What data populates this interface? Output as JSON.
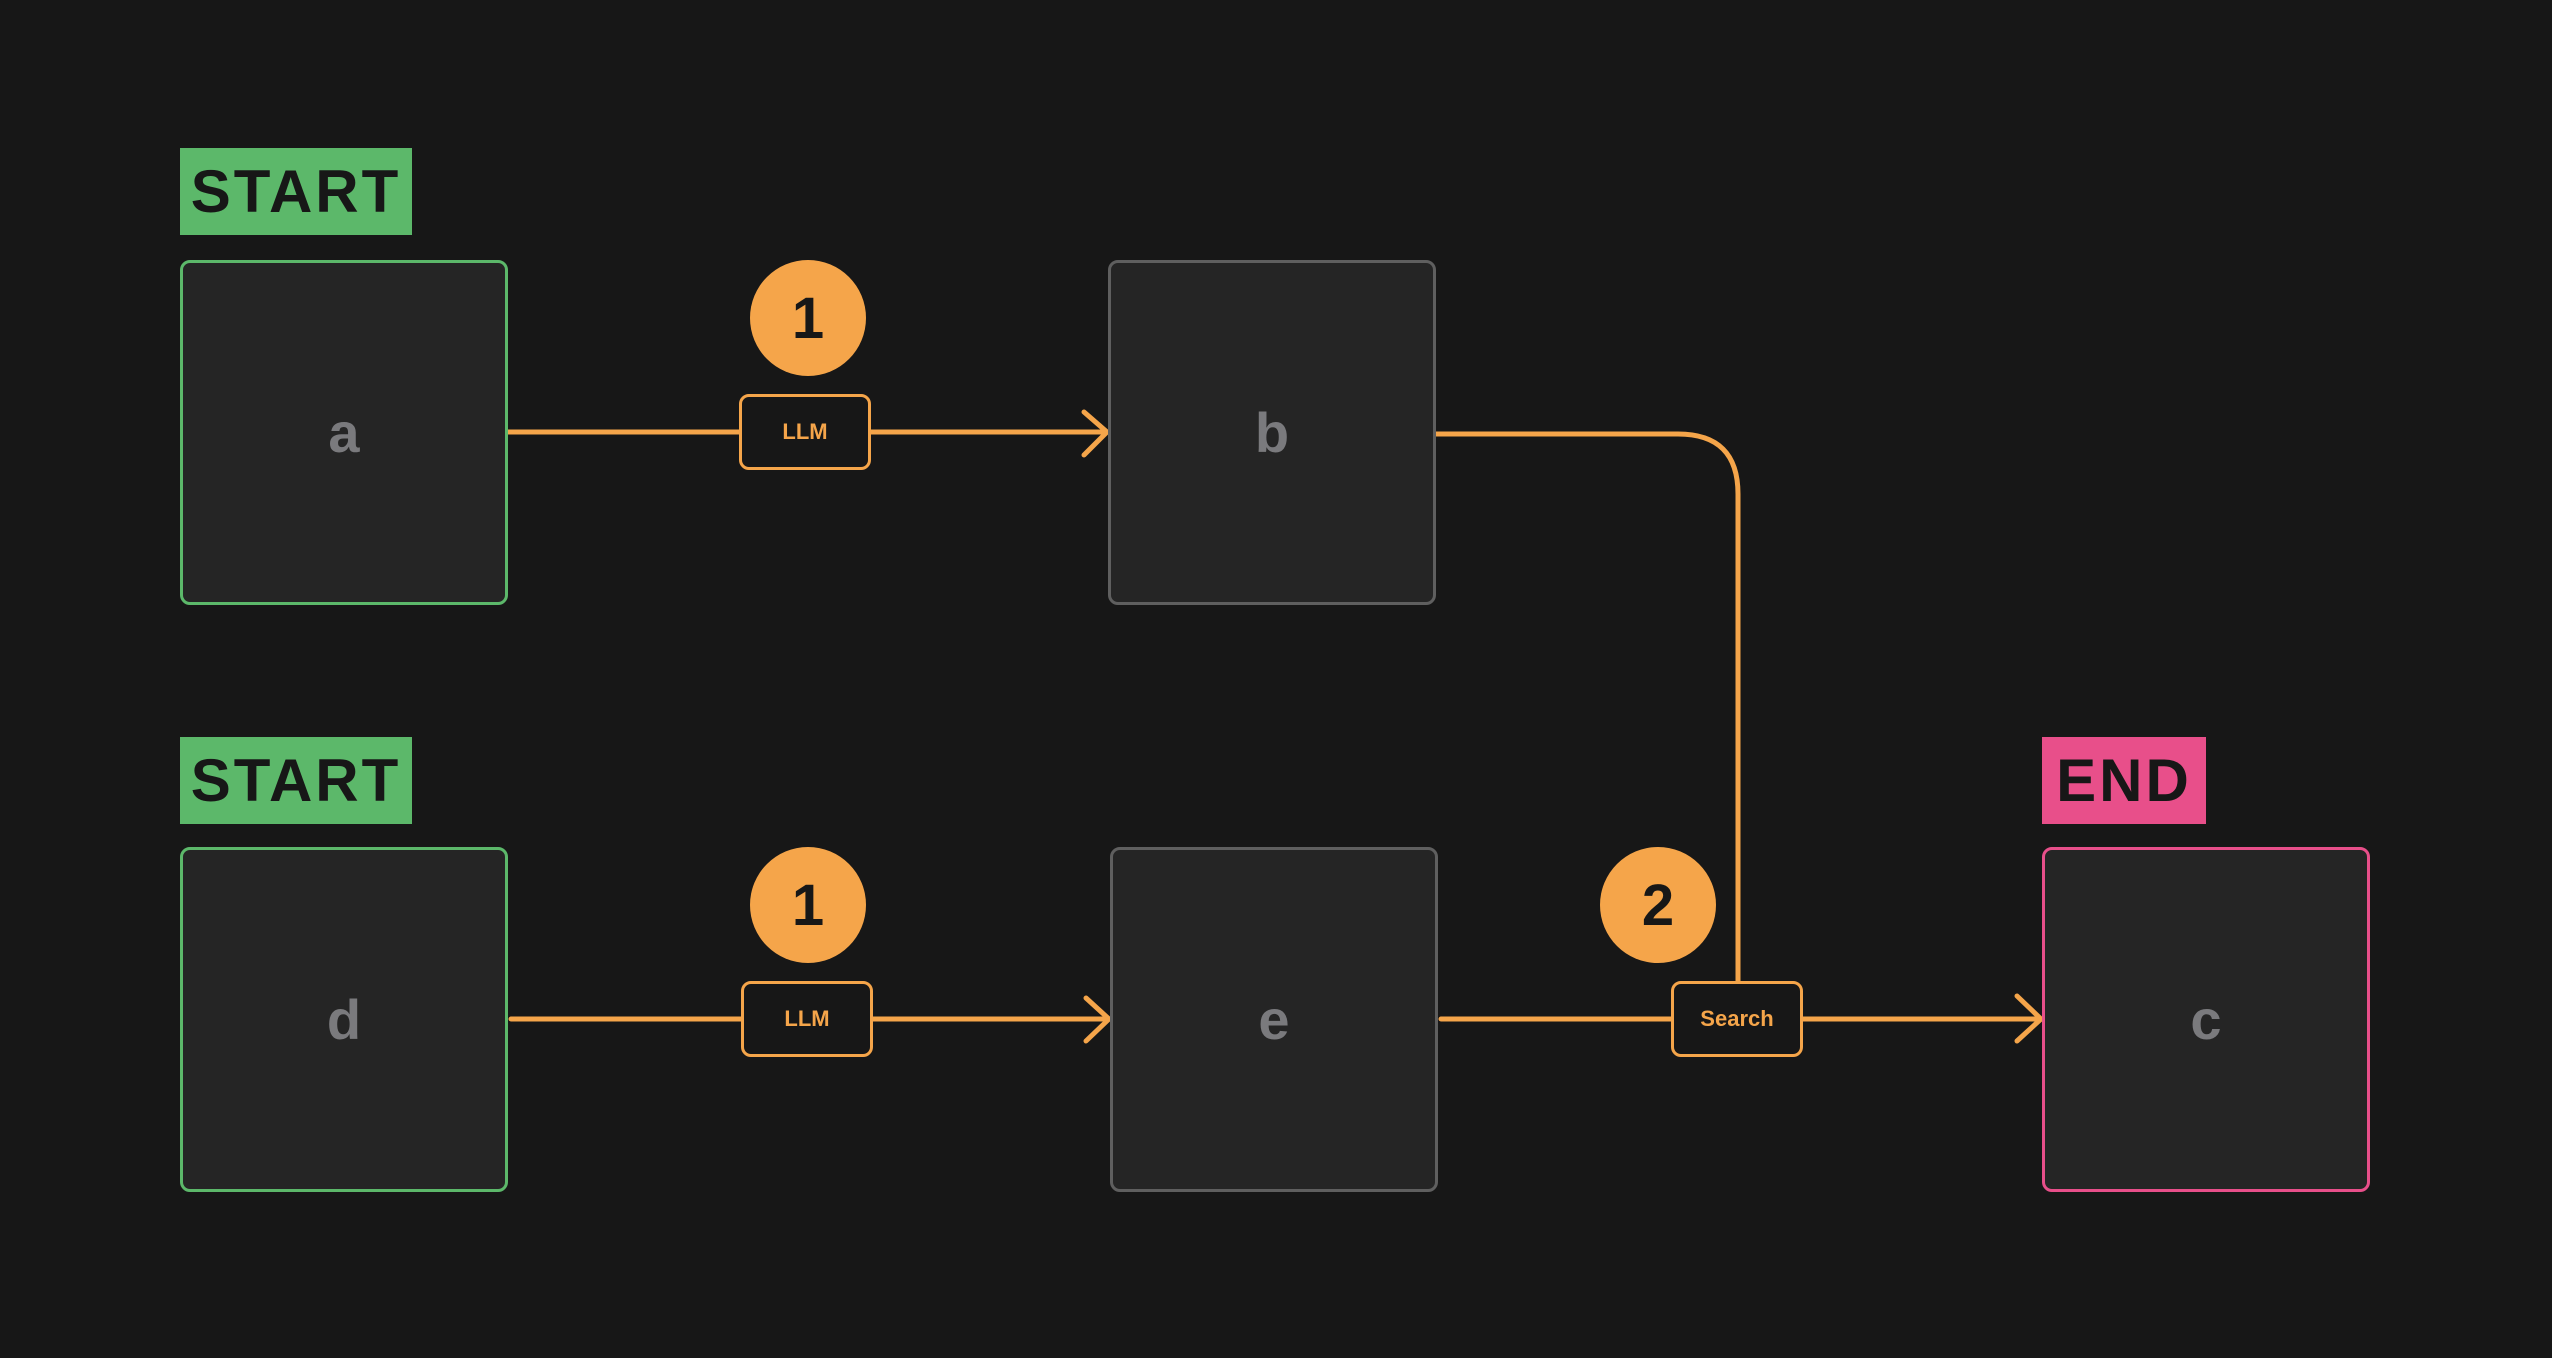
{
  "colors": {
    "background": "#171717",
    "node_fill": "#252525",
    "node_border": "#5f5f5f",
    "start": "#5cb86a",
    "end": "#e84f8a",
    "edge": "#f5a54a",
    "node_text": "#7a7a7d"
  },
  "tags": {
    "start_top": "START",
    "start_bottom": "START",
    "end": "END"
  },
  "nodes": {
    "a": "a",
    "b": "b",
    "c": "c",
    "d": "d",
    "e": "e"
  },
  "steps": {
    "top": "1",
    "bottom": "1",
    "search": "2"
  },
  "edges": {
    "a_to_b": "LLM",
    "d_to_e": "LLM",
    "to_c": "Search"
  }
}
